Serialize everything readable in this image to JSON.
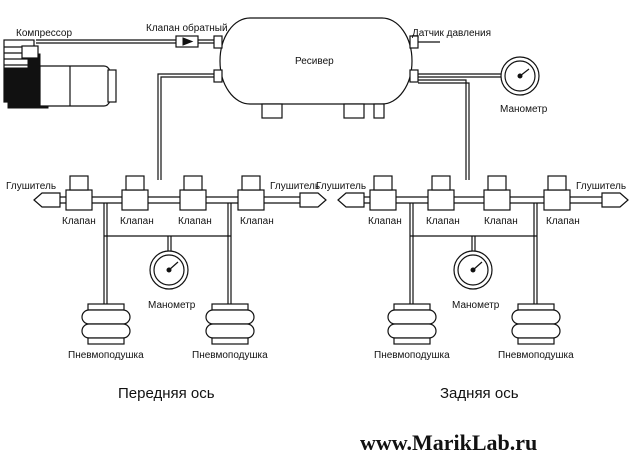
{
  "labels": {
    "compressor": "Компрессор",
    "check_valve": "Клапан обратный",
    "pressure_sensor": "Датчик давления",
    "receiver": "Ресивер",
    "gauge": "Манометр",
    "muffler": "Глушитель",
    "valve": "Клапан",
    "air_spring": "Пневмоподушка",
    "front_axle": "Передняя ось",
    "rear_axle": "Задняя ось"
  },
  "watermark": "www.MarikLab.ru",
  "colors": {
    "line": "#111111",
    "background": "#ffffff"
  }
}
